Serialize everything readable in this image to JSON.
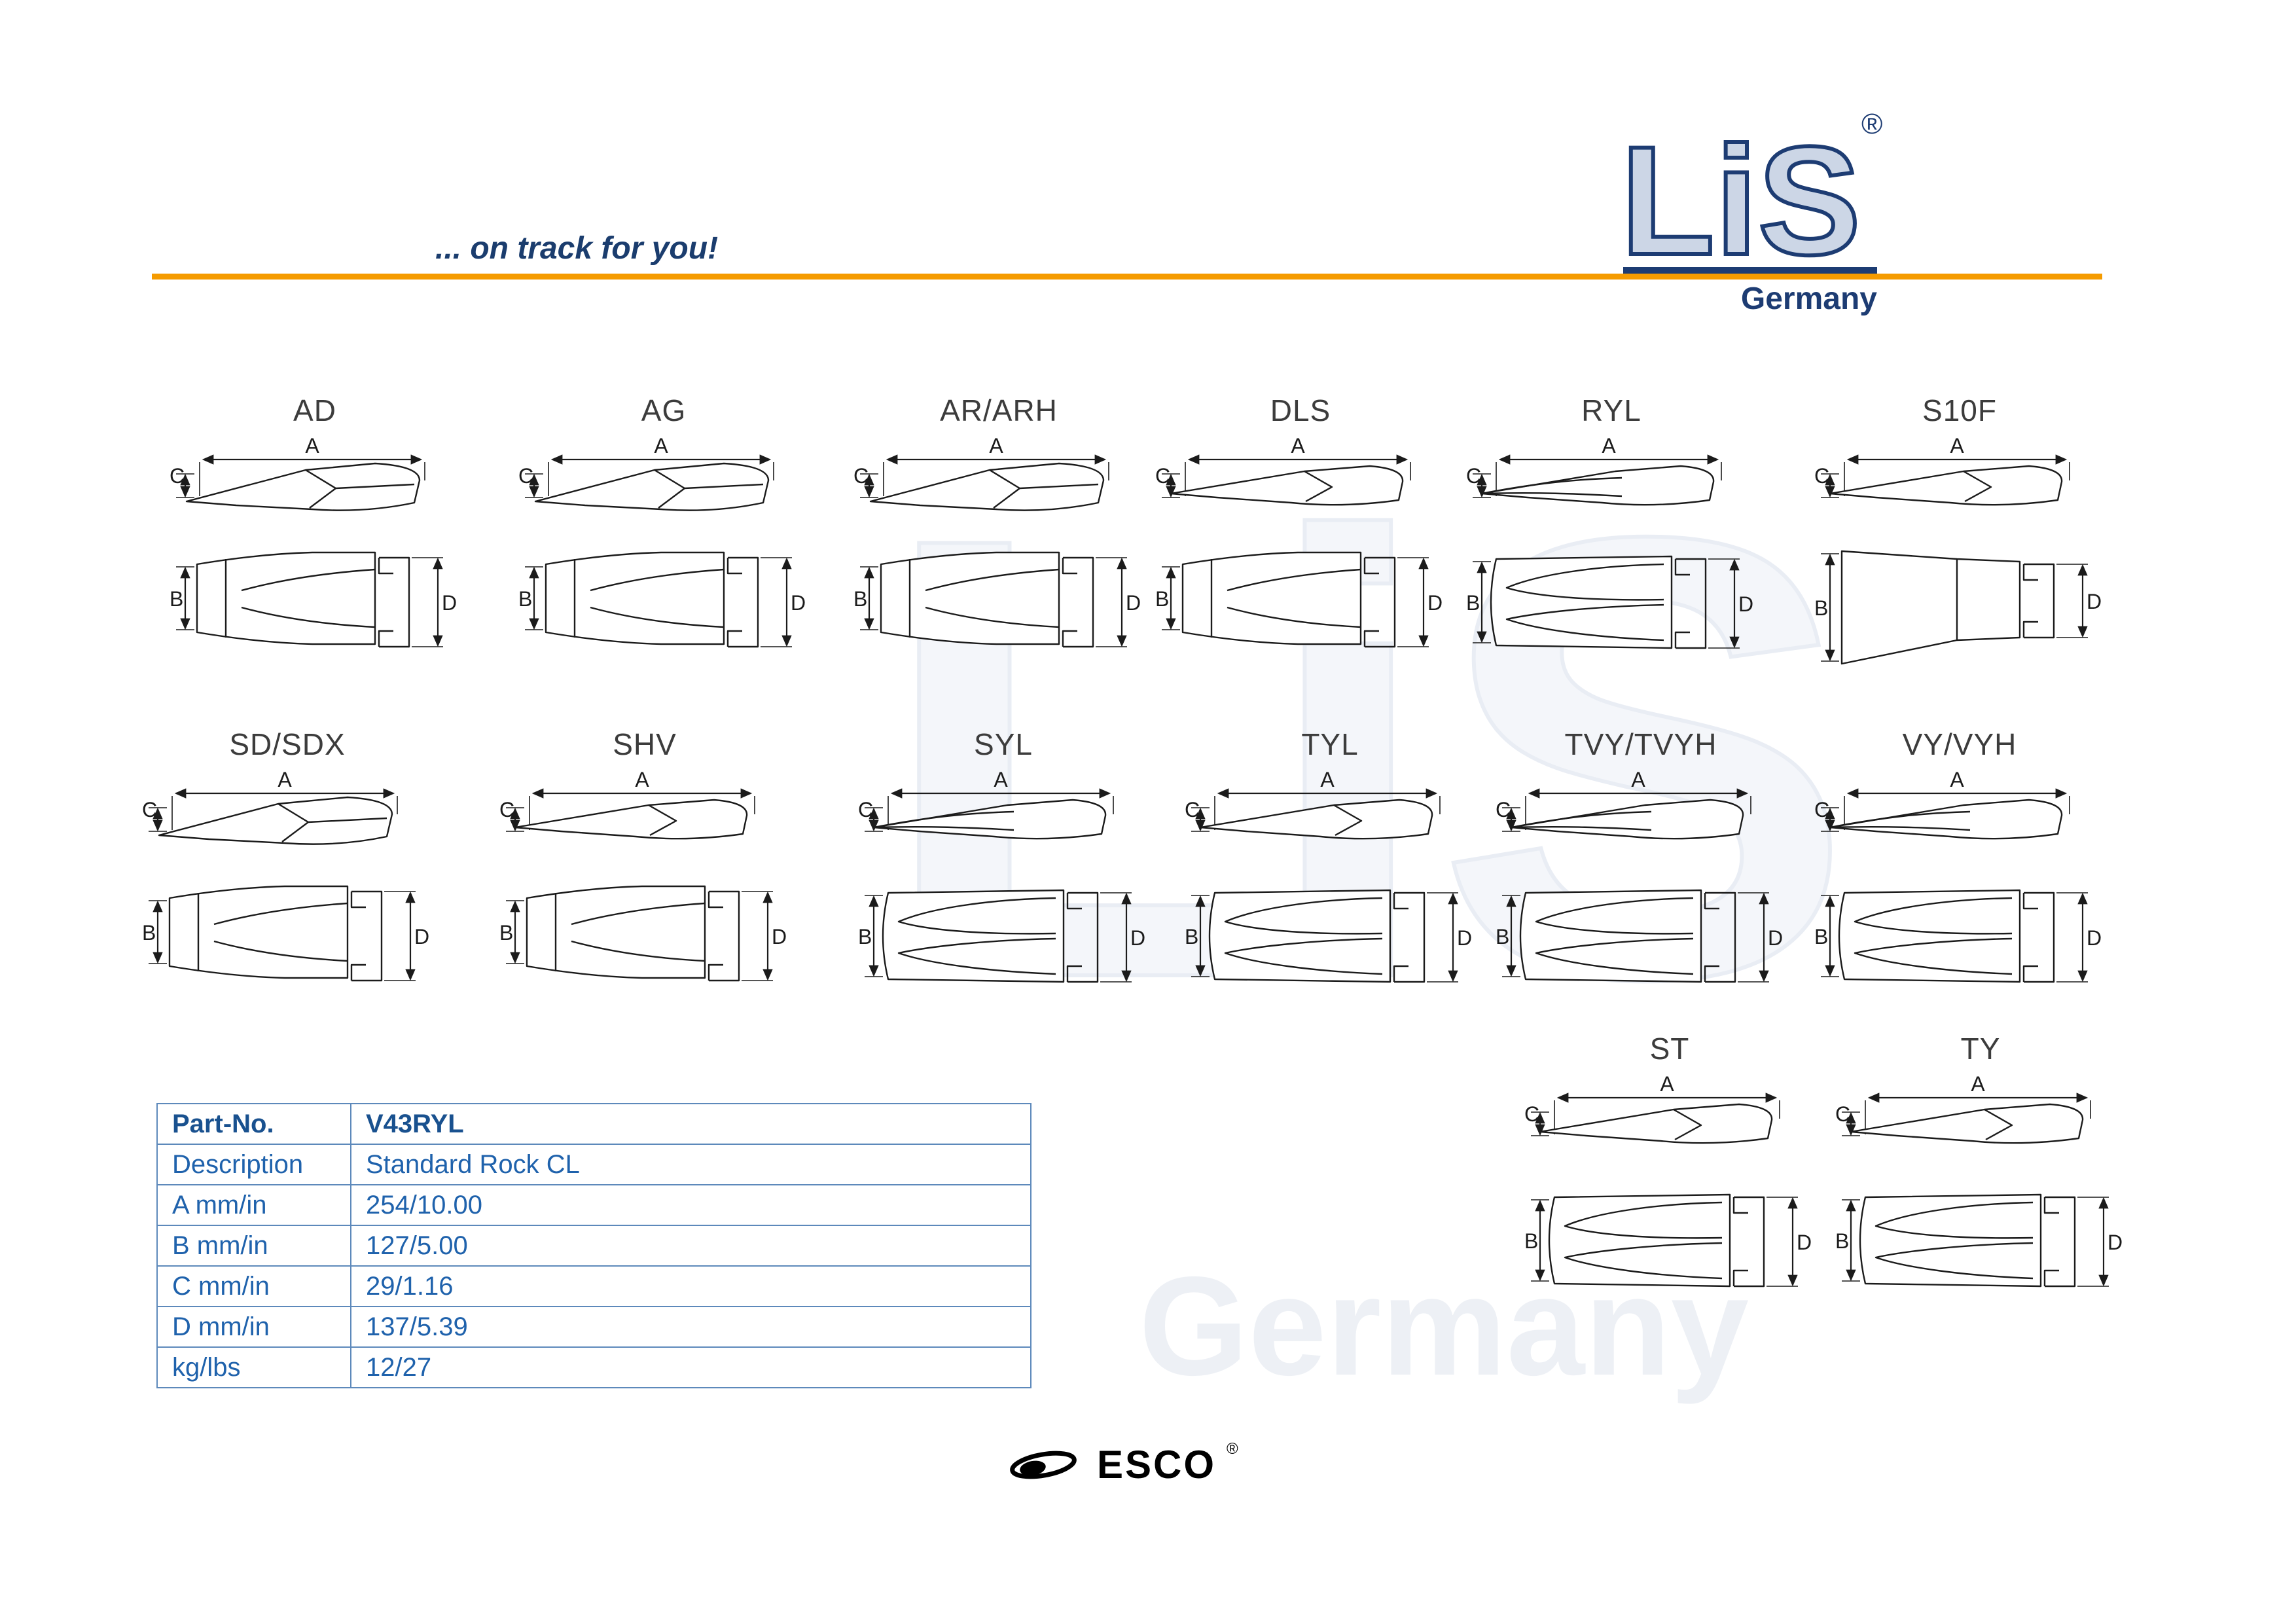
{
  "header": {
    "tagline": "... on track for you!",
    "logo": {
      "name": "LiS",
      "registered": "®",
      "country": "Germany"
    }
  },
  "watermark": {
    "name": "LiS",
    "country": "Germany"
  },
  "diagrams": {
    "dims": {
      "a": "A",
      "b": "B",
      "c": "C",
      "d": "D"
    },
    "cells": [
      {
        "label": "AD",
        "side": "wedge",
        "plan": "solid"
      },
      {
        "label": "AG",
        "side": "wedge",
        "plan": "solid"
      },
      {
        "label": "AR/ARH",
        "side": "wedge",
        "plan": "solid"
      },
      {
        "label": "DLS",
        "side": "slim",
        "plan": "solid"
      },
      {
        "label": "RYL",
        "side": "fork",
        "plan": "twin"
      },
      {
        "label": "S10F",
        "side": "slim",
        "plan": "flare"
      },
      {
        "label": "SD/SDX",
        "side": "wedge",
        "plan": "solid"
      },
      {
        "label": "SHV",
        "side": "slim",
        "plan": "solid"
      },
      {
        "label": "SYL",
        "side": "fork",
        "plan": "twin"
      },
      {
        "label": "TYL",
        "side": "slim",
        "plan": "twin"
      },
      {
        "label": "TVY/TVYH",
        "side": "fork",
        "plan": "twin"
      },
      {
        "label": "VY/VYH",
        "side": "fork",
        "plan": "twin"
      },
      {
        "label": "ST",
        "side": "slim",
        "plan": "twin"
      },
      {
        "label": "TY",
        "side": "slim",
        "plan": "twin"
      }
    ]
  },
  "table": {
    "rows": [
      {
        "label": "Part-No.",
        "value": "V43RYL"
      },
      {
        "label": "Description",
        "value": "Standard Rock CL"
      },
      {
        "label": "A mm/in",
        "value": "254/10.00"
      },
      {
        "label": "B mm/in",
        "value": "127/5.00"
      },
      {
        "label": "C mm/in",
        "value": "29/1.16"
      },
      {
        "label": "D mm/in",
        "value": "137/5.39"
      },
      {
        "label": "kg/lbs",
        "value": "12/27"
      }
    ]
  },
  "footer": {
    "brand": "ESCO",
    "registered": "®"
  }
}
